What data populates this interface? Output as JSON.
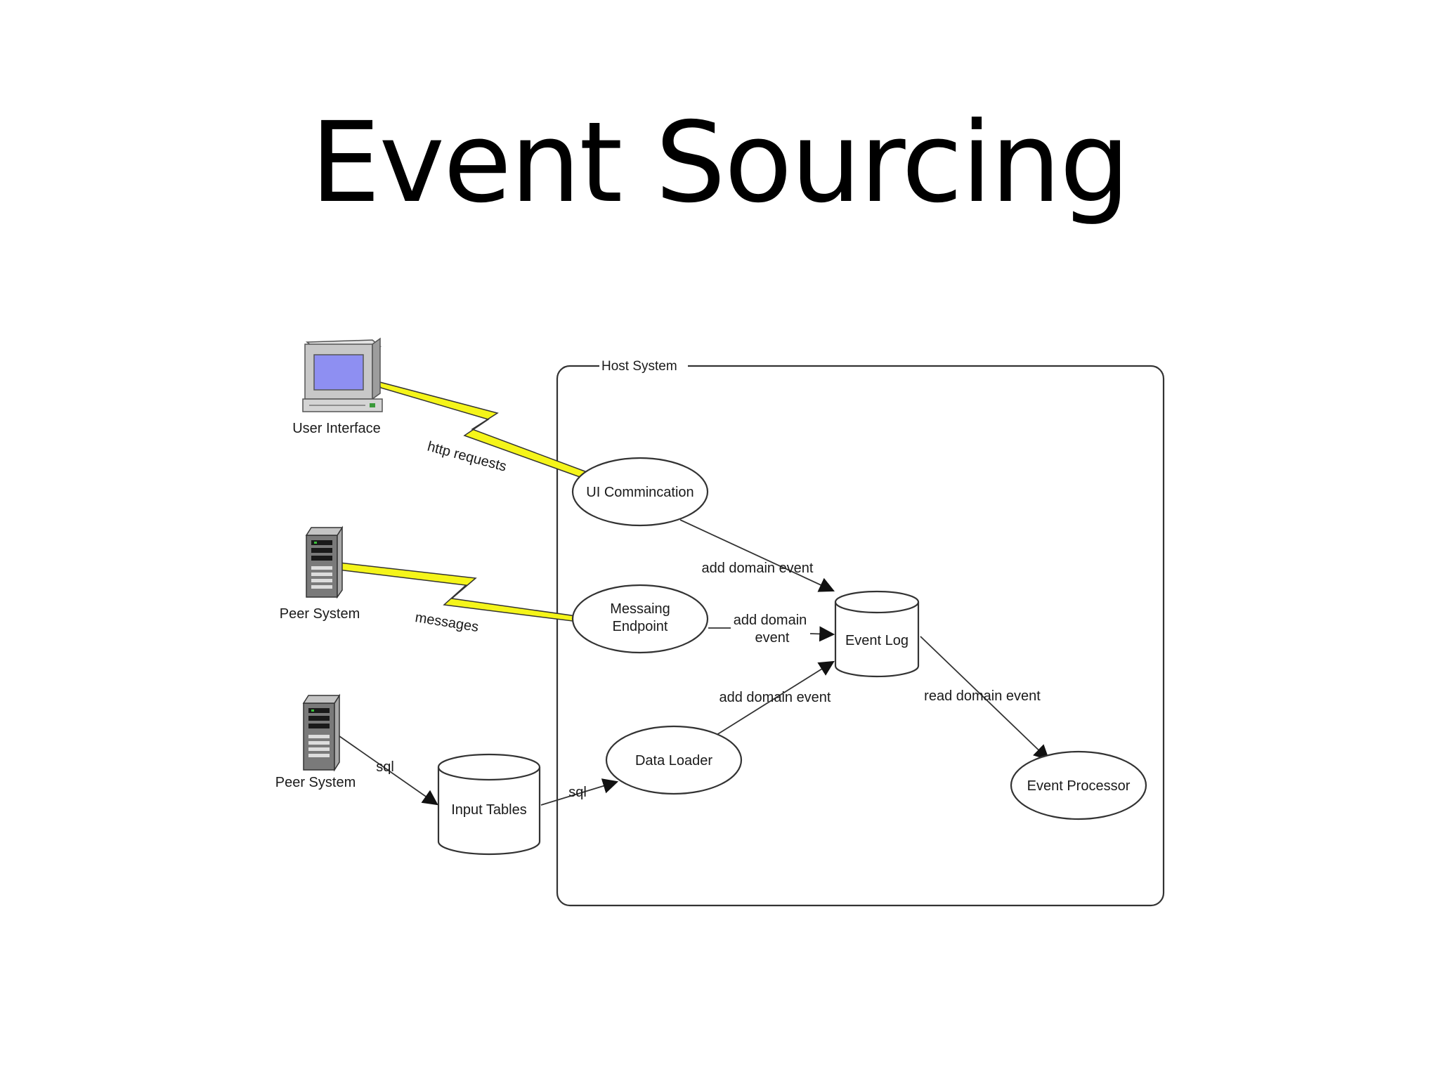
{
  "title": "Event Sourcing",
  "host_system": {
    "label": "Host System"
  },
  "actors": {
    "user_interface": "User Interface",
    "peer_system_1": "Peer System",
    "peer_system_2": "Peer System"
  },
  "nodes": {
    "ui_communication": "UI Commincation",
    "messaging_line1": "Messaing",
    "messaging_line2": "Endpoint",
    "event_log": "Event Log",
    "data_loader": "Data Loader",
    "event_processor": "Event Processor",
    "input_tables": "Input Tables"
  },
  "edges": {
    "http_requests": "http requests",
    "messages": "messages",
    "sql_1": "sql",
    "sql_2": "sql",
    "add_domain_event_1": "add domain event",
    "add_domain_event_2_line1": "add domain",
    "add_domain_event_2_line2": "event",
    "add_domain_event_3": "add domain event",
    "read_domain_event": "read domain event"
  },
  "colors": {
    "lightning": "#f5f51a",
    "screen": "#8e8ff2",
    "computer_body": "#c8c8c8",
    "server_body": "#7a7a7a"
  }
}
